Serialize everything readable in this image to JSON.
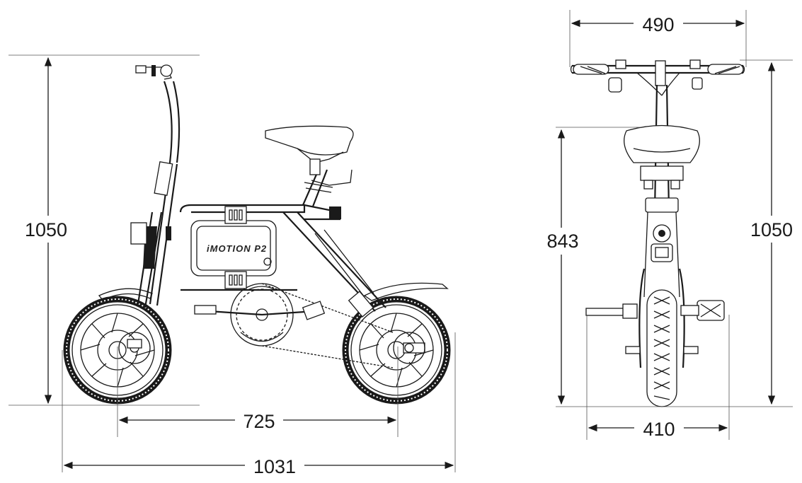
{
  "dimensions": {
    "side_height": "1050",
    "wheelbase": "725",
    "length": "1031",
    "handlebar_width": "490",
    "seat_height": "843",
    "front_height": "1050",
    "front_width": "410"
  },
  "branding": {
    "frame_label": "iMOTION P2"
  },
  "colors": {
    "line": "#1a1a1a",
    "background": "#ffffff"
  }
}
